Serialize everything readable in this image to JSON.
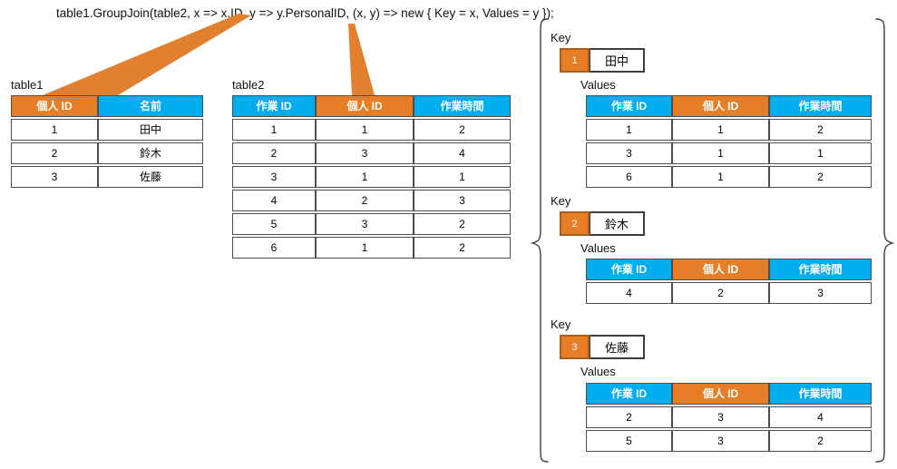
{
  "code_line": "table1.GroupJoin(table2, x => x.ID, y => y.PersonalID, (x, y) => new { Key = x, Values = y });",
  "colors": {
    "header_orange": "#E57E26",
    "header_blue": "#00AEEF",
    "arrow_orange": "#E2802F",
    "table_border": "#4d4d4d",
    "brace": "#3f3f3f"
  },
  "table1": {
    "label": "table1",
    "headers": [
      "個人 ID",
      "名前"
    ],
    "rows": [
      [
        "1",
        "田中"
      ],
      [
        "2",
        "鈴木"
      ],
      [
        "3",
        "佐藤"
      ]
    ]
  },
  "table2": {
    "label": "table2",
    "headers": [
      "作業 ID",
      "個人 ID",
      "作業時間"
    ],
    "rows": [
      [
        "1",
        "1",
        "2"
      ],
      [
        "2",
        "3",
        "4"
      ],
      [
        "3",
        "1",
        "1"
      ],
      [
        "4",
        "2",
        "3"
      ],
      [
        "5",
        "3",
        "2"
      ],
      [
        "6",
        "1",
        "2"
      ]
    ]
  },
  "result": {
    "key_label": "Key",
    "values_label": "Values",
    "value_headers": [
      "作業 ID",
      "個人 ID",
      "作業時間"
    ],
    "groups": [
      {
        "key_id": "1",
        "key_name": "田中",
        "rows": [
          [
            "1",
            "1",
            "2"
          ],
          [
            "3",
            "1",
            "1"
          ],
          [
            "6",
            "1",
            "2"
          ]
        ]
      },
      {
        "key_id": "2",
        "key_name": "鈴木",
        "rows": [
          [
            "4",
            "2",
            "3"
          ]
        ]
      },
      {
        "key_id": "3",
        "key_name": "佐藤",
        "rows": [
          [
            "2",
            "3",
            "4"
          ],
          [
            "5",
            "3",
            "2"
          ]
        ]
      }
    ]
  }
}
